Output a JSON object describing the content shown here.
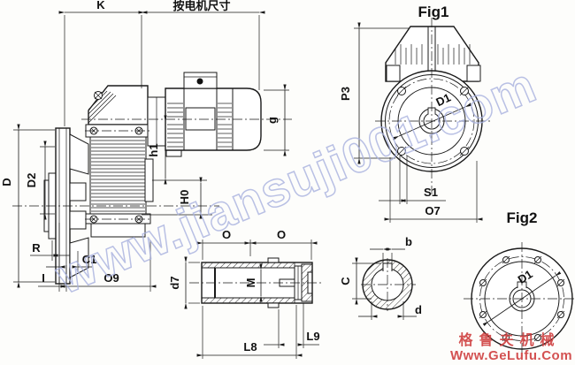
{
  "page": {
    "type": "gear-reducer-dimension-drawing"
  },
  "colors": {
    "line": "#1a1a1a",
    "background": "#fdfdfb",
    "watermark_blue": "#a9b2df",
    "watermark_red": "#cf3f3f"
  },
  "watermarks": {
    "diagonal": "www.jiansuji001.com",
    "footer_line1": "格鲁夫机械",
    "footer_line2": "Www.GeLufu.Com"
  },
  "side_view": {
    "dim_k": "K",
    "dim_motor_note": "按电机尺寸",
    "dim_g": "g",
    "dim_h1": "h1",
    "dim_h0": "H0",
    "dim_d": "D",
    "dim_d2": "D2",
    "dim_r": "R",
    "dim_c1": "C1",
    "dim_i": "I",
    "dim_o9": "O9"
  },
  "fig1": {
    "title": "Fig1",
    "dim_p3": "P3",
    "dim_d1": "D1",
    "dim_s1": "S1",
    "dim_o7": "O7"
  },
  "fig2": {
    "title": "Fig2",
    "dim_d1": "D1"
  },
  "shaft_section": {
    "dim_o_left": "O",
    "dim_o_right": "O",
    "dim_d7": "d7",
    "dim_m": "M",
    "dim_l8": "L8",
    "dim_l9": "L9"
  },
  "bore_section": {
    "dim_b": "b",
    "dim_c": "C",
    "dim_d": "d"
  }
}
